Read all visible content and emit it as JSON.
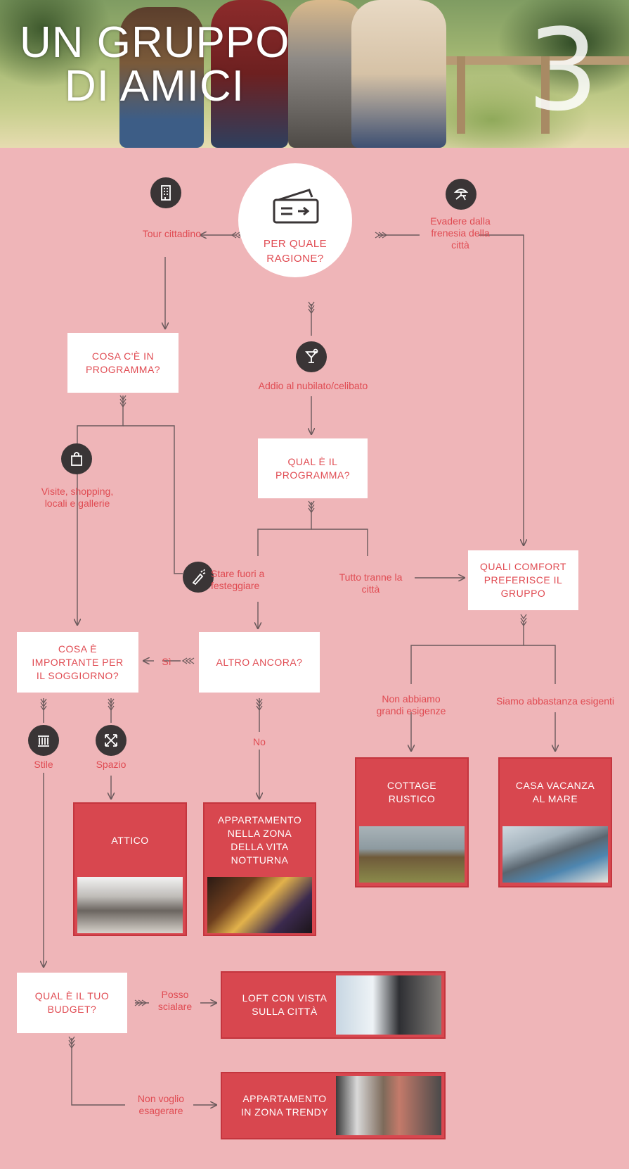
{
  "title": {
    "line1": "UN GRUPPO",
    "line2": "DI AMICI",
    "number": "3"
  },
  "start": {
    "label_line1": "PER QUALE",
    "label_line2": "RAGIONE?"
  },
  "branches": {
    "tour": "Tour cittadino",
    "escape": [
      "Evadere dalla",
      "frenesia della",
      "città"
    ],
    "party": "Addio al nubilato/celibato"
  },
  "questions": {
    "program": [
      "COSA C'È IN",
      "PROGRAMMA?"
    ],
    "plan": [
      "QUAL È IL",
      "PROGRAMMA?"
    ],
    "comfort": [
      "QUALI COMFORT",
      "PREFERISCE IL",
      "GRUPPO"
    ],
    "important": [
      "COSA È",
      "IMPORTANTE PER",
      "IL SOGGIORNO?"
    ],
    "more": "ALTRO ANCORA?",
    "budget": [
      "QUAL È IL TUO",
      "BUDGET?"
    ]
  },
  "answers": {
    "visits": [
      "Visite, shopping,",
      "locali e gallerie"
    ],
    "go_out": [
      "Stare fuori a",
      "festeggiare"
    ],
    "not_city": [
      "Tutto tranne la",
      "città"
    ],
    "yes": "Sì",
    "no": "No",
    "style": "Stile",
    "space": "Spazio",
    "low_needs": [
      "Non abbiamo",
      "grandi esigenze"
    ],
    "demanding": "Siamo abbastanza esigenti",
    "splurge": [
      "Posso",
      "scialare"
    ],
    "moderate": [
      "Non voglio",
      "esagerare"
    ]
  },
  "results": {
    "attic": "ATTICO",
    "nightlife": [
      "APPARTAMENTO",
      "NELLA ZONA",
      "DELLA VITA",
      "NOTTURNA"
    ],
    "cottage": [
      "COTTAGE",
      "RUSTICO"
    ],
    "seaside": [
      "CASA VACANZA",
      "AL MARE"
    ],
    "loft": [
      "LOFT CON VISTA",
      "SULLA CITTÀ"
    ],
    "trendy": [
      "APPARTAMENTO",
      "IN ZONA TRENDY"
    ]
  },
  "colors": {
    "background": "#efb5b8",
    "accent": "#e04b52",
    "result": "#d8474f",
    "icon": "#3a3536",
    "line": "#6b5a5c"
  },
  "icons": [
    "ticket-icon",
    "building-icon",
    "beach-chair-icon",
    "cocktail-icon",
    "shopping-bag-icon",
    "champagne-icon",
    "column-icon",
    "expand-arrows-icon"
  ]
}
